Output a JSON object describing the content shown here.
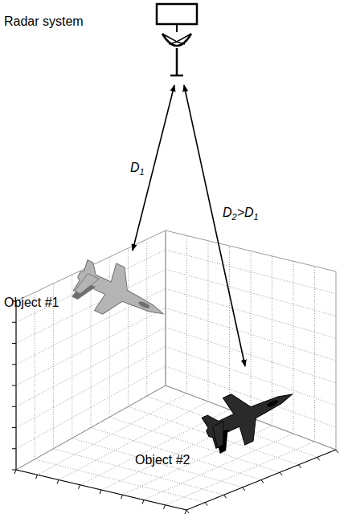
{
  "diagram": {
    "nodes": [
      {
        "text": [
          "Radar system"
        ]
      },
      {
        "text": [
          "Object #1"
        ]
      },
      {
        "text": [
          "Object #2"
        ]
      }
    ],
    "edges": [
      {
        "from": 0,
        "to": 1,
        "arrow": "both",
        "label": "D1"
      },
      {
        "from": 0,
        "to": 2,
        "arrow": "both",
        "label": "D2>D1"
      }
    ]
  }
}
